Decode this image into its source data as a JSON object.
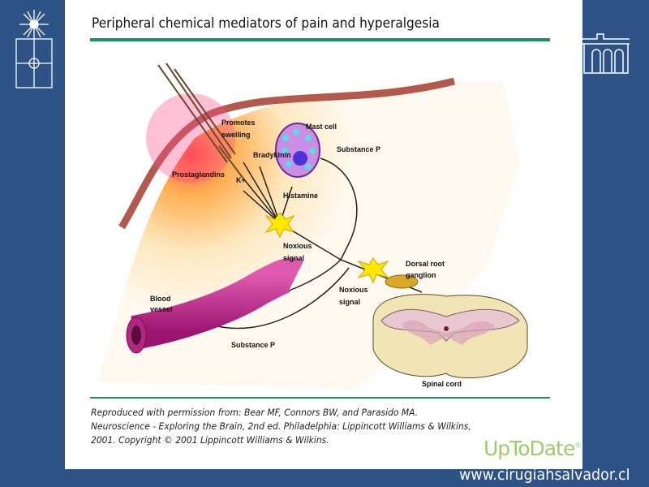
{
  "slide": {
    "title": "Peripheral chemical mediators of pain and hyperalgesia",
    "caption": [
      "Reproduced with permission from: Bear MF, Connors BW, and Parasido MA.",
      "Neuroscience - Exploring the Brain, 2nd ed. Philadelphia: Lippincott Williams & Wilkins,",
      "2001. Copyright © 2001 Lippincott Williams & Wilkins."
    ],
    "brand": "UpToDate",
    "brand_mark": "®",
    "url": "www.cirugiahsalvador.cl"
  },
  "diagram": {
    "labels": {
      "promotes": "Promotes",
      "swelling": "swelling",
      "mast_cell": "Mast cell",
      "bradykinin": "Bradykinin",
      "substance_p_top": "Substance P",
      "prostaglandins": "Prostaglandins",
      "k_plus": "K+",
      "histamine": "Histamine",
      "noxious1a": "Noxious",
      "noxious1b": "signal",
      "dorsal1": "Dorsal root",
      "dorsal2": "ganglion",
      "blood1": "Blood",
      "blood2": "vessel",
      "noxious2a": "Noxious",
      "noxious2b": "signal",
      "substance_p_bottom": "Substance P",
      "spinal_cord": "Spinal cord"
    }
  },
  "colors": {
    "background": "#2d5286",
    "rule": "#15945e",
    "brand": "#9ccc6a"
  }
}
